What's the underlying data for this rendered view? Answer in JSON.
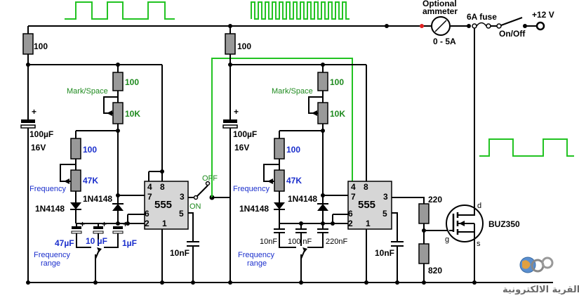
{
  "labels": {
    "r_top_1": "100",
    "r_top_2": "100",
    "mark_space_1": "Mark/Space",
    "mark_space_2": "Mark/Space",
    "r_ms_1": "100",
    "r_ms_2": "100",
    "pot_ms_1": "10K",
    "pot_ms_2": "10K",
    "cap_bulk_1_value": "100µF",
    "cap_bulk_1_voltage": "16V",
    "cap_bulk_2_value": "100µF",
    "cap_bulk_2_voltage": "16V",
    "r_freq_1": "100",
    "r_freq_2": "100",
    "pot_freq_1": "47K",
    "pot_freq_2": "47K",
    "frequency_1": "Frequency",
    "frequency_2": "Frequency",
    "diode_a_1": "1N4148",
    "diode_b_1": "1N4148",
    "diode_a_2": "1N4148",
    "diode_b_2": "1N4148",
    "chip_1": "555",
    "chip_2": "555",
    "cap_range_a": "47µF",
    "cap_range_b": "10 µF",
    "cap_range_c": "1µF",
    "cap_range_d": "10nF",
    "cap_range_e": "100 nF",
    "cap_range_f": "220nF",
    "freq_range_1_line1": "Frequency",
    "freq_range_1_line2": "range",
    "freq_range_2_line1": "Frequency",
    "freq_range_2_line2": "range",
    "cap_ctrl_1": "10nF",
    "cap_ctrl_2": "10nF",
    "switch_off": "OFF",
    "switch_on": "ON",
    "r_gate_top": "220",
    "r_gate_bottom": "820",
    "mosfet": "BUZ350",
    "mosfet_d": "d",
    "mosfet_g": "g",
    "mosfet_s": "s",
    "ammeter_line1": "Optional",
    "ammeter_line2": "ammeter",
    "ammeter_range": "0 - 5A",
    "fuse": "6A fuse",
    "onoff": "On/Off",
    "supply": "+12 V",
    "watermark": "القرية الالكترونية"
  },
  "pins": {
    "p4": "4",
    "p8": "8",
    "p7": "7",
    "p3": "3",
    "p6": "6",
    "p5": "5",
    "p2": "2",
    "p1": "1"
  },
  "colors": {
    "wire": "#000000",
    "waveform": "#22c322",
    "green_text": "#1e8a1e",
    "blue_text": "#1a2ecc",
    "resistor_fill": "#999999",
    "ic_fill": "#d6d6d6",
    "ammeter_dot": "#e02020"
  }
}
